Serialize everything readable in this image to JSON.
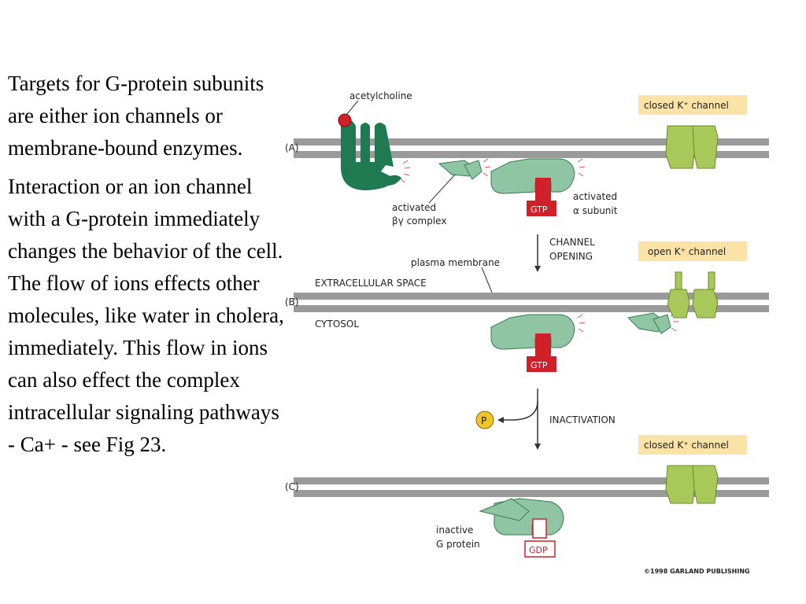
{
  "text": {
    "paragraph1": "Targets for G-protein subunits are either ion channels or membrane-bound enzymes.",
    "paragraph2": "Interaction or an ion channel with a G-protein immediately changes the behavior of the cell.  The flow of ions effects other molecules, like water in cholera, immediately.  This flow in ions can also effect the complex intracellular signaling pathways - Ca+ - see Fig 23."
  },
  "figure": {
    "panel_a": {
      "letter": "(A)",
      "ligand_label": "acetylcholine",
      "channel_tag": "closed K⁺ channel",
      "by_label_1": "activated",
      "by_label_2": "βγ complex",
      "alpha_label_1": "activated",
      "alpha_label_2": "α subunit",
      "nucleotide": "GTP"
    },
    "step_1": {
      "line1": "CHANNEL",
      "line2": "OPENING"
    },
    "panel_b": {
      "letter": "(B)",
      "channel_tag": "open K⁺ channel",
      "membrane_label": "plasma membrane",
      "extracellular": "EXTRACELLULAR SPACE",
      "cytosol": "CYTOSOL",
      "nucleotide": "GTP"
    },
    "step_2": {
      "label": "INACTIVATION",
      "phosphate": "P"
    },
    "panel_c": {
      "letter": "(C)",
      "channel_tag": "closed K⁺ channel",
      "g_label_1": "inactive",
      "g_label_2": "G protein",
      "nucleotide": "GDP"
    },
    "copyright": "©1998 GARLAND PUBLISHING",
    "colors": {
      "membrane": "#9a9a9a",
      "receptor": "#1f7a52",
      "ligand": "#d0202a",
      "g_protein": "#8fc5a3",
      "gtp_box": "#d0202a",
      "channel": "#a9c85a",
      "tag_bg": "#fbe3a8",
      "phosphate": "#f0c52a"
    }
  }
}
